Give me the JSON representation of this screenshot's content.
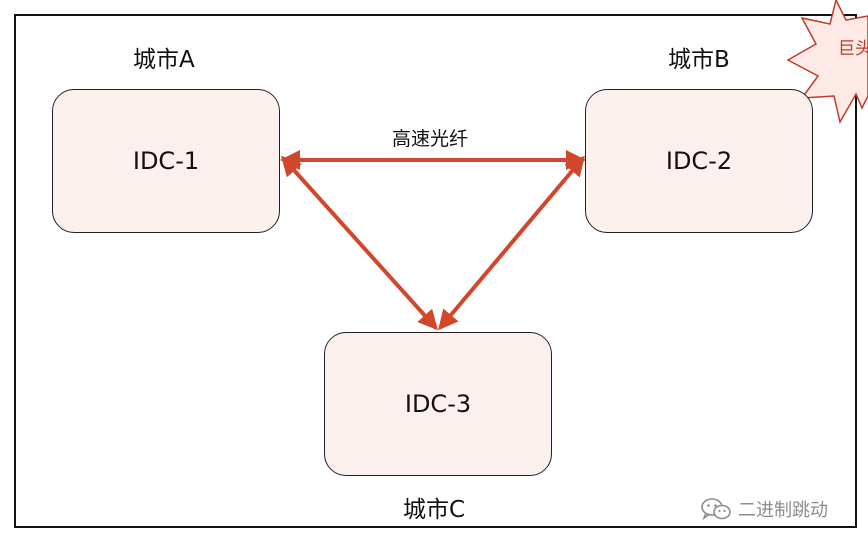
{
  "nodes": [
    {
      "id": "idc1",
      "label": "IDC-1",
      "city": "城市A"
    },
    {
      "id": "idc2",
      "label": "IDC-2",
      "city": "城市B"
    },
    {
      "id": "idc3",
      "label": "IDC-3",
      "city": "城市C"
    }
  ],
  "link_label": "高速光纤",
  "burst": {
    "text": "巨头"
  },
  "watermark": {
    "icon": "wechat-icon",
    "text": "二进制跳动"
  },
  "colors": {
    "arrow": "#d0472b",
    "node_fill": "#fbf0ed",
    "burst_fill": "#fdeae6",
    "burst_stroke": "#c0392b"
  }
}
